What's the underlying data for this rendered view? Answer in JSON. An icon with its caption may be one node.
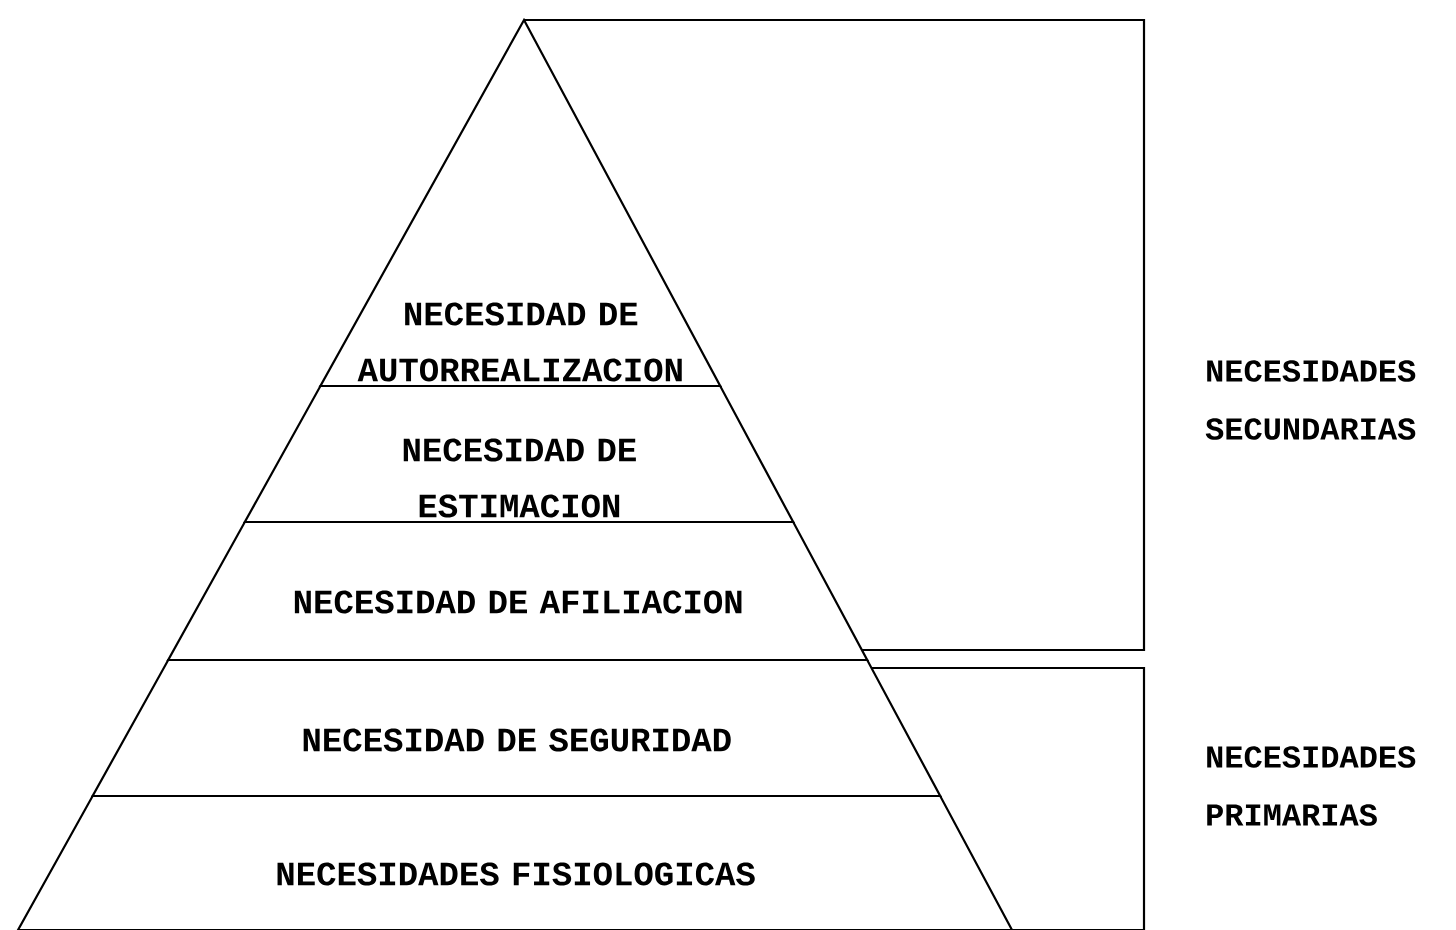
{
  "diagram": {
    "nodes": [
      {
        "text": [
          "NECESIDAD DE AUTORREALIZACION"
        ]
      },
      {
        "text": [
          "NECESIDAD DE ESTIMACION"
        ]
      },
      {
        "text": [
          "NECESIDAD DE AFILIACION"
        ]
      },
      {
        "text": [
          "NECESIDAD DE SEGURIDAD"
        ]
      },
      {
        "text": [
          "NECESIDADES FISIOLOGICAS"
        ]
      }
    ],
    "labels": [
      "NECESIDADES SECUNDARIAS",
      "NECESIDADES PRIMARIAS"
    ]
  }
}
